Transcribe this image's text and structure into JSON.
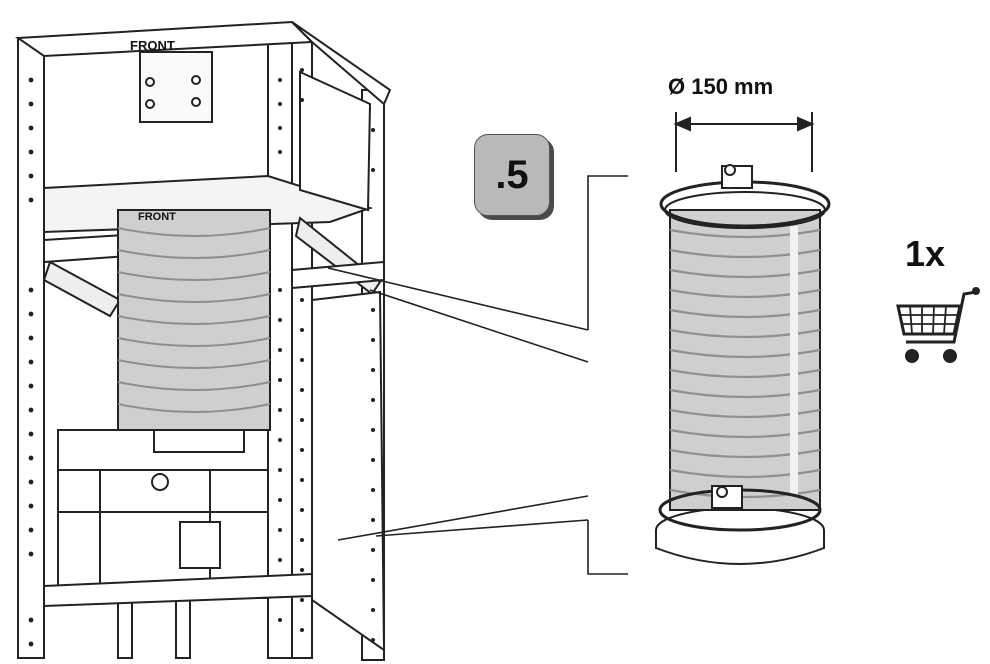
{
  "diagram": {
    "frame_label_top": "FRONT",
    "frame_label_inner": "FRONT",
    "step_label": ".5",
    "dimension_label": "Ø 150 mm",
    "quantity_label": "1x",
    "colors": {
      "line": "#222222",
      "hose_fill": "#cfcfcf",
      "hose_ridge": "#9a9a9a",
      "badge_fill": "#b9b9b9",
      "badge_shadow": "#4a4a4a"
    },
    "icons": [
      "cart-icon"
    ]
  }
}
